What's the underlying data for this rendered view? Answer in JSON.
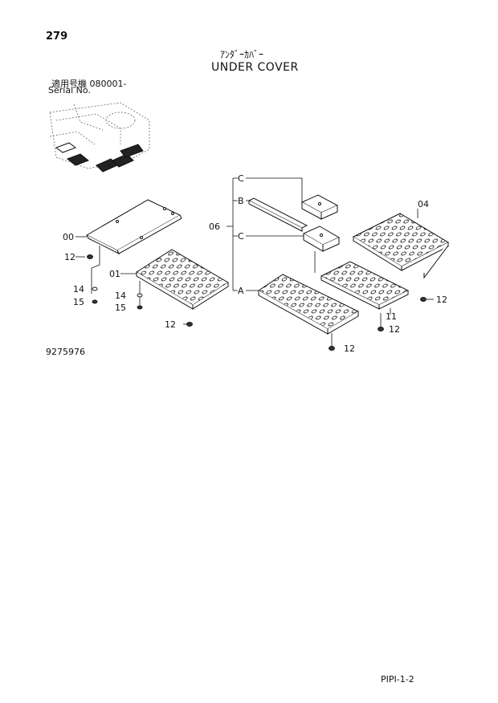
{
  "page": {
    "number": "279",
    "title_jp": "ｱﾝﾀﾞｰｶﾊﾞｰ",
    "title_en": "UNDER COVER",
    "serial_jp": "適用号機 080001-",
    "serial_en": "Serial No.",
    "doc_number": "9275976",
    "page_code": "PIPI-1-2"
  },
  "callouts": {
    "c00": "00",
    "c01": "01",
    "c04": "04",
    "c06": "06",
    "c11": "11",
    "c12": "12",
    "c14": "14",
    "c15": "15",
    "bA": "A",
    "bB": "B",
    "bC": "C"
  }
}
